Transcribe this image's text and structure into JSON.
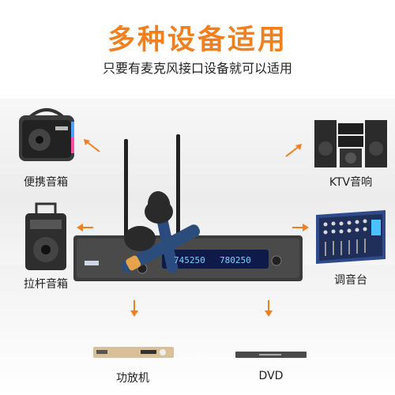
{
  "header": {
    "title": "多种设备适用",
    "subtitle": "只要有麦克风接口设备就可以适用"
  },
  "devices": {
    "portable_speaker": "便携音箱",
    "trolley_speaker": "拉杆音箱",
    "ktv_audio": "KTV音响",
    "mixer": "调音台",
    "amplifier": "功放机",
    "dvd": "DVD"
  },
  "receiver": {
    "display_left": "745250",
    "display_right": "780250"
  },
  "colors": {
    "accent": "#f0801f",
    "arrow": "#f0801f"
  }
}
